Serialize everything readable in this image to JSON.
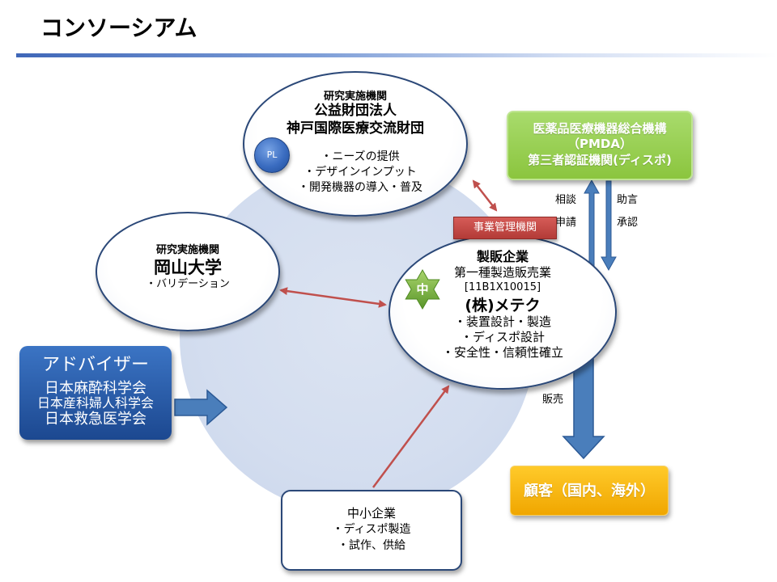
{
  "title": "コンソーシアム",
  "diagram": {
    "kobe": {
      "role": "研究実施機関",
      "org_type": "公益財団法人",
      "name": "神戸国際医療交流財団",
      "badge": "PL",
      "items": [
        "・ニーズの提供",
        "・デザインインプット",
        "・開発機器の導入・普及"
      ]
    },
    "okayama": {
      "role": "研究実施機関",
      "name": "岡山大学",
      "items": [
        "・バリデーション"
      ]
    },
    "metech": {
      "tag": "事業管理機関",
      "badge": "中",
      "role": "製販企業",
      "license": "第一種製造販売業",
      "license_no": "[11B1X10015]",
      "name": "(株)メテク",
      "items": [
        "・装置設計・製造",
        "・ディスポ設計",
        "・安全性・信頼性確立"
      ]
    },
    "pmda": {
      "lines": [
        "医薬品医療機器総合機構",
        "（PMDA）",
        "第三者認証機関(ディスポ)"
      ]
    },
    "flow_labels": {
      "consult": "相談",
      "apply": "申請",
      "advice": "助言",
      "approval": "承認",
      "sales": "販売"
    },
    "advisors": {
      "title": "アドバイザー",
      "members": [
        "日本麻酔科学会",
        "日本産科婦人科学会",
        "日本救急医学会"
      ]
    },
    "customers": {
      "label": "顧客（国内、海外）"
    },
    "sme": {
      "name": "中小企業",
      "items": [
        "・ディスポ製造",
        "・試作、供給"
      ]
    }
  },
  "colors": {
    "arrow_red": "#c0504d",
    "arrow_blue": "#4a7ebb",
    "arrow_blue_edge": "#2c5a96",
    "node_border": "#2b4878",
    "pmda_green": "#92d050",
    "customer_orange": "#ffc000",
    "advisor_blue": "#1f4e9a",
    "star_green": "#6ea83a"
  }
}
